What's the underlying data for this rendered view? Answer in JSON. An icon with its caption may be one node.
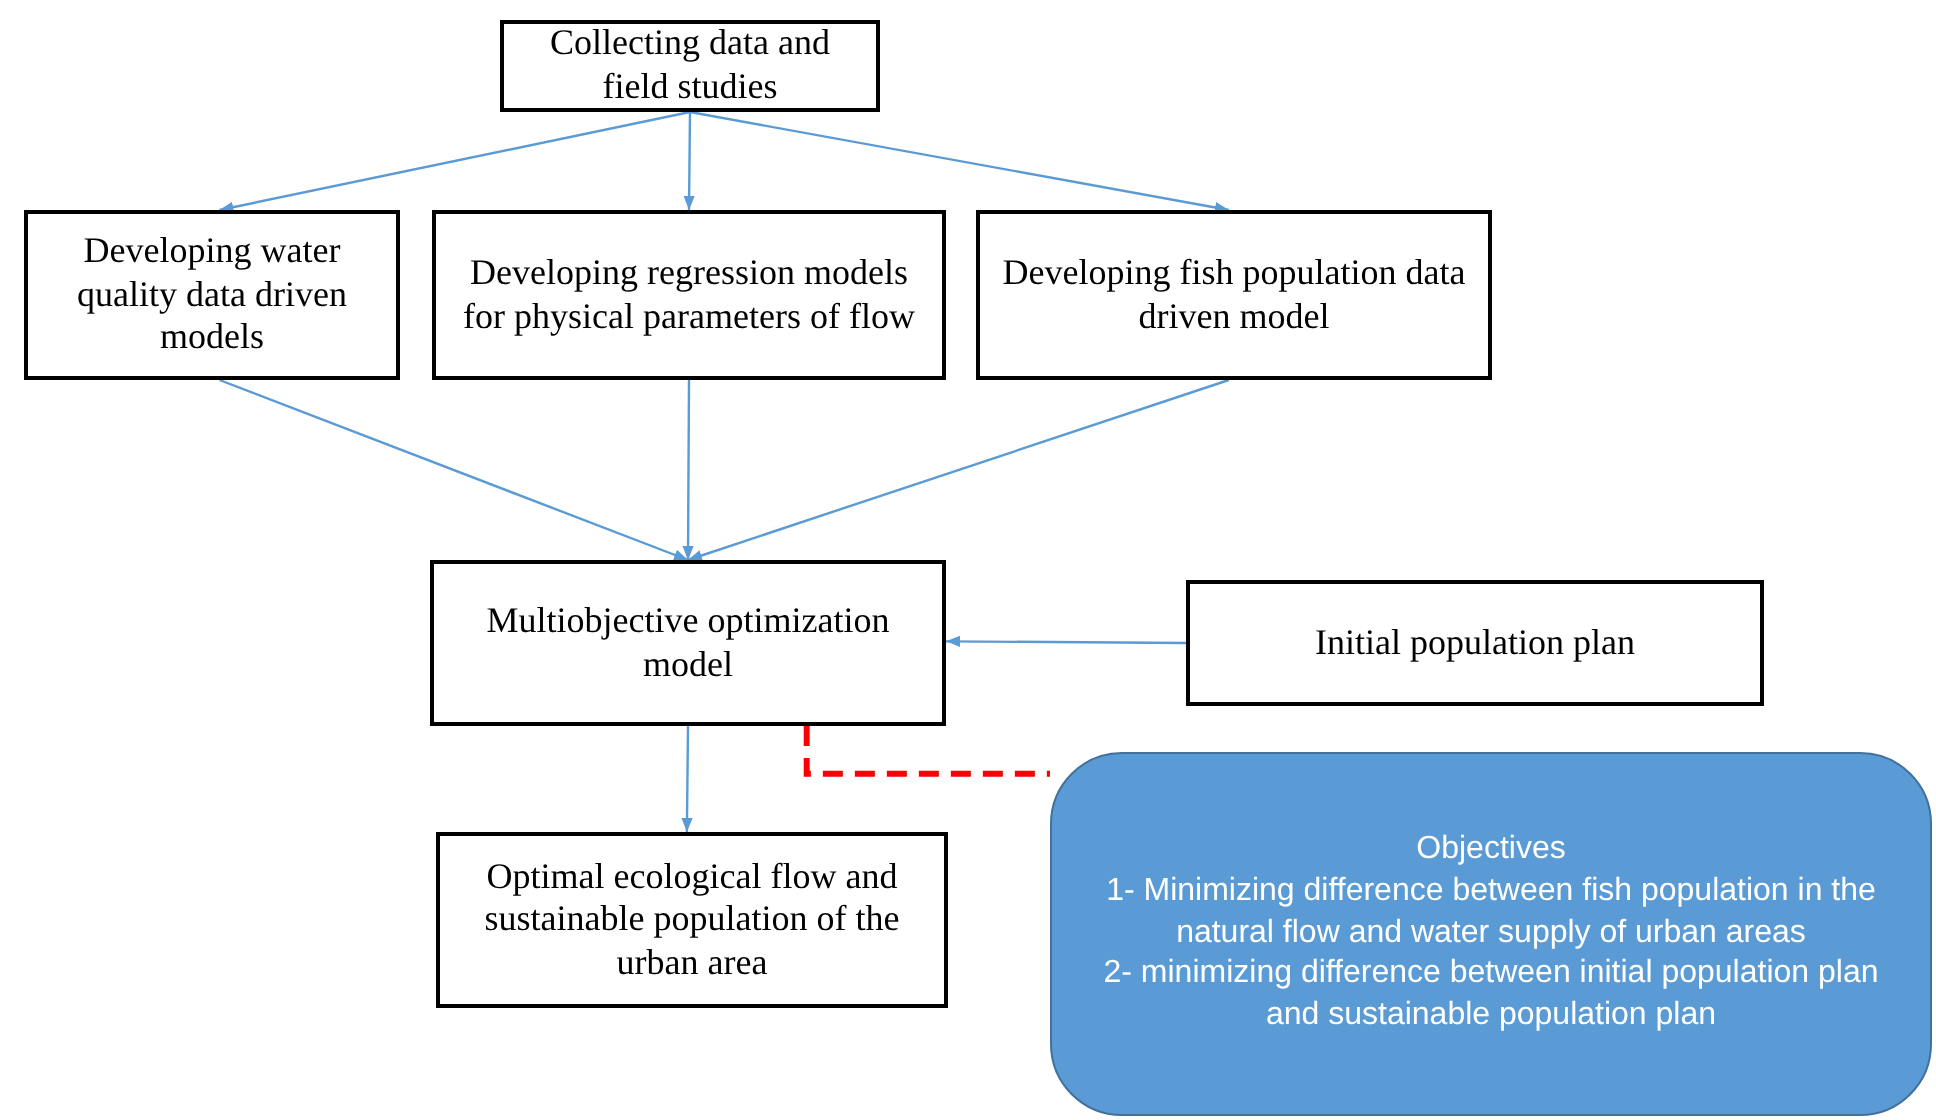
{
  "diagram": {
    "nodes": [
      {
        "text": [
          "Collecting data and field studies"
        ]
      },
      {
        "text": [
          "Developing water quality data driven models"
        ]
      },
      {
        "text": [
          "Developing regression models for physical parameters of flow"
        ]
      },
      {
        "text": [
          "Developing fish population data driven model"
        ]
      },
      {
        "text": [
          "Multiobjective optimization model"
        ]
      },
      {
        "text": [
          "Initial population plan"
        ]
      },
      {
        "text": [
          "Optimal ecological flow and sustainable population of the urban area"
        ]
      },
      {
        "text": [
          "Objectives",
          "1- Minimizing difference between fish population in the natural flow and water supply of urban areas",
          "2- minimizing difference between initial population plan and sustainable population plan"
        ]
      }
    ],
    "edges": [
      {
        "from": 0,
        "to": 1,
        "arrow": "to"
      },
      {
        "from": 0,
        "to": 2,
        "arrow": "to"
      },
      {
        "from": 0,
        "to": 3,
        "arrow": "to"
      },
      {
        "from": 1,
        "to": 4,
        "arrow": "to"
      },
      {
        "from": 2,
        "to": 4,
        "arrow": "to"
      },
      {
        "from": 3,
        "to": 4,
        "arrow": "to"
      },
      {
        "from": 5,
        "to": 4,
        "arrow": "to"
      },
      {
        "from": 4,
        "to": 6,
        "arrow": "to"
      },
      {
        "from": 4,
        "to": 7,
        "arrow": "none",
        "style": "dashed",
        "color": "#ff0000"
      }
    ]
  }
}
